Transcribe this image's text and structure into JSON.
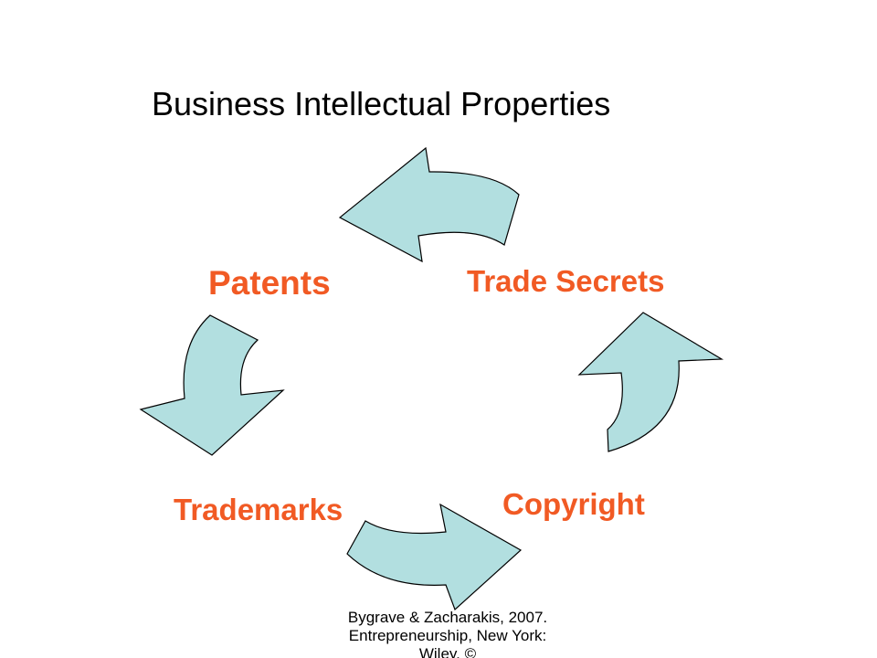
{
  "slide": {
    "title": "Business Intellectual Properties",
    "nodes": {
      "patents": "Patents",
      "trade_secrets": "Trade Secrets",
      "copyright": "Copyright",
      "trademarks": "Trademarks"
    },
    "citation": {
      "line1": "Bygrave & Zacharakis, 2007.",
      "line2": "Entrepreneurship, New York:",
      "line3": "Wiley. ©"
    }
  },
  "colors": {
    "background": "#ffffff",
    "label_orange": "#f15a24",
    "arrow_fill": "#b2dfe0",
    "arrow_stroke": "#000000",
    "title_text": "#000000"
  },
  "icons": {
    "cycle_arrow_shape": "curved-arrow"
  }
}
